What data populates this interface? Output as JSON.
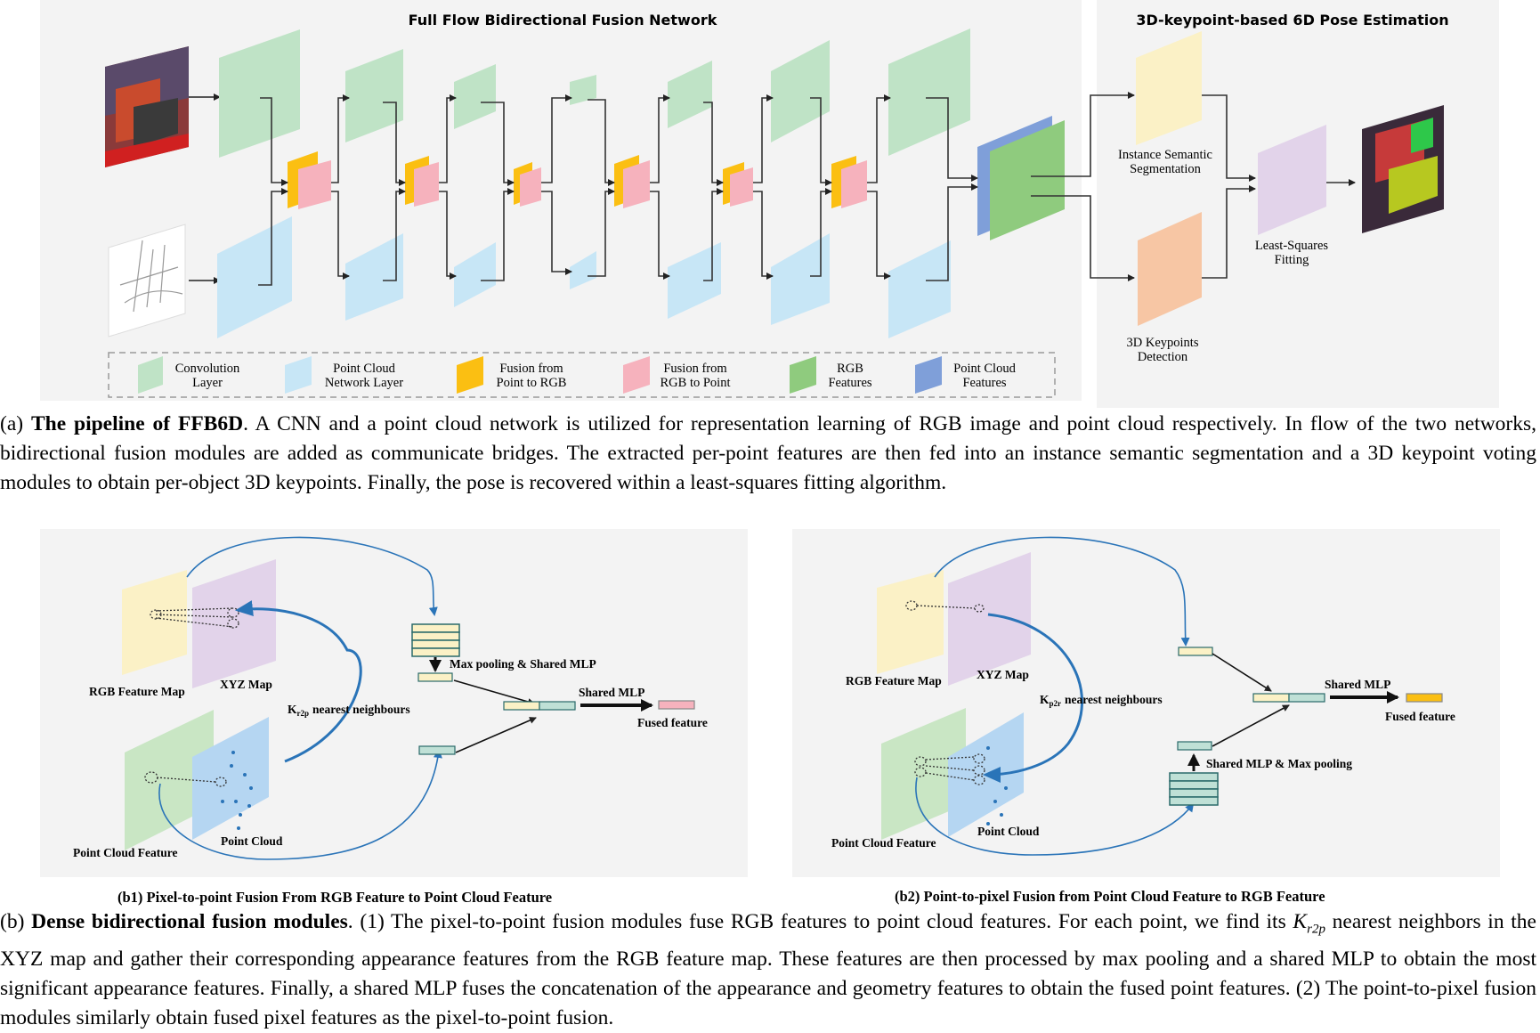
{
  "diagram_a": {
    "title_left": "Full Flow Bidirectional Fusion Network",
    "title_right": "3D-keypoint-based 6D Pose Estimation",
    "labels": {
      "ins_seg_1": "Instance Semantic",
      "ins_seg_2": "Segmentation",
      "kp_1": "3D Keypoints",
      "kp_2": "Detection",
      "lsq_1": "Least-Squares",
      "lsq_2": "Fitting"
    },
    "legend": [
      {
        "line1": "Convolution",
        "line2": "Layer",
        "color": "#bfe3c6"
      },
      {
        "line1": "Point Cloud",
        "line2": "Network Layer",
        "color": "#c7e6f6"
      },
      {
        "line1": "Fusion from",
        "line2": "Point to RGB",
        "color": "#fbbf12"
      },
      {
        "line1": "Fusion from",
        "line2": "RGB to Point",
        "color": "#f6b2bd"
      },
      {
        "line1": "RGB",
        "line2": "Features",
        "color": "#8fcb7e"
      },
      {
        "line1": "Point Cloud",
        "line2": "Features",
        "color": "#7f9fd9"
      }
    ]
  },
  "caption_a": {
    "tag": "(a)",
    "bold": "The pipeline of FFB6D",
    "text": ". A CNN and a point cloud network is utilized for representation learning of RGB image and point cloud respectively. In flow of the two networks, bidirectional fusion modules are added as communicate bridges. The extracted per-point features are then fed into an instance semantic segmentation and a 3D keypoint voting modules to obtain per-object 3D keypoints. Finally, the pose is recovered within a least-squares fitting algorithm."
  },
  "diagram_b1": {
    "rgb_feature_map": "RGB Feature Map",
    "xyz_map": "XYZ Map",
    "knn_k": "K",
    "knn_sub": "r2p",
    "knn_text": "nearest neighbours",
    "max_pool": "Max pooling & Shared MLP",
    "shared_mlp": "Shared MLP",
    "fused": "Fused feature",
    "pc_feature": "Point Cloud Feature",
    "pc": "Point Cloud",
    "subcaption": "(b1) Pixel-to-point Fusion From RGB Feature to Point Cloud Feature"
  },
  "diagram_b2": {
    "rgb_feature_map": "RGB Feature Map",
    "xyz_map": "XYZ Map",
    "knn_k": "K",
    "knn_sub": "p2r",
    "knn_text": "nearest neighbours",
    "shared_max": "Shared MLP & Max pooling",
    "shared_mlp": "Shared MLP",
    "fused": "Fused feature",
    "pc_feature": "Point Cloud Feature",
    "pc": "Point Cloud",
    "subcaption": "(b2) Point-to-pixel Fusion from Point Cloud Feature to RGB Feature"
  },
  "caption_b": {
    "tag": "(b)",
    "bold": "Dense bidirectional fusion modules",
    "text1": ". (1) The pixel-to-point fusion modules fuse RGB features to point cloud features. For each point, we find its ",
    "math_k": "K",
    "math_sub": "r2p",
    "text2": " nearest neighbors in the XYZ map and gather their corresponding appearance features from the RGB feature map. These features are then processed by max pooling and a shared MLP to obtain the most significant appearance features. Finally, a shared MLP fuses the concatenation of the appearance and geometry features to obtain the fused point features. (2) The point-to-pixel fusion modules similarly obtain fused pixel features as the pixel-to-point fusion."
  }
}
